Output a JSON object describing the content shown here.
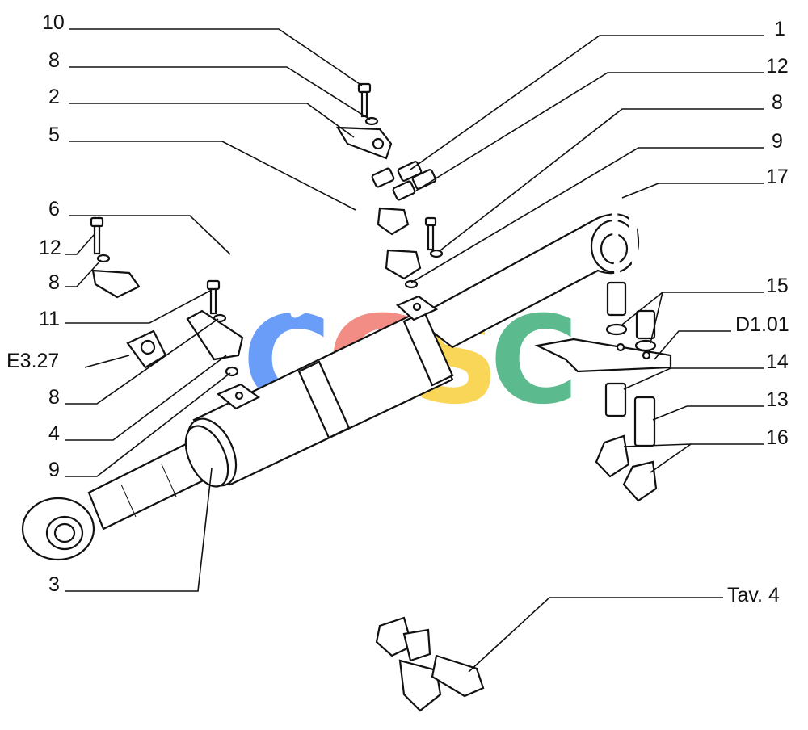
{
  "labels_left": [
    {
      "id": "l10",
      "text": "10"
    },
    {
      "id": "l8a",
      "text": "8"
    },
    {
      "id": "l2",
      "text": "2"
    },
    {
      "id": "l5",
      "text": "5"
    },
    {
      "id": "l6",
      "text": "6"
    },
    {
      "id": "l12a",
      "text": "12"
    },
    {
      "id": "l8b",
      "text": "8"
    },
    {
      "id": "l11",
      "text": "11"
    },
    {
      "id": "lE327",
      "text": "E3.27"
    },
    {
      "id": "l8c",
      "text": "8"
    },
    {
      "id": "l4",
      "text": "4"
    },
    {
      "id": "l9a",
      "text": "9"
    },
    {
      "id": "l3",
      "text": "3"
    }
  ],
  "labels_right": [
    {
      "id": "r1",
      "text": "1"
    },
    {
      "id": "r12",
      "text": "12"
    },
    {
      "id": "r8",
      "text": "8"
    },
    {
      "id": "r9",
      "text": "9"
    },
    {
      "id": "r17",
      "text": "17"
    },
    {
      "id": "r15",
      "text": "15"
    },
    {
      "id": "rD101",
      "text": "D1.01"
    },
    {
      "id": "r14",
      "text": "14"
    },
    {
      "id": "r13",
      "text": "13"
    },
    {
      "id": "r16",
      "text": "16"
    },
    {
      "id": "rTav4",
      "text": "Tav. 4"
    }
  ],
  "watermark": {
    "letters": [
      "C",
      "G",
      "S",
      "C"
    ],
    "colors": [
      "#4f8df6",
      "#f07a72",
      "#f8cf3c",
      "#3fae7b"
    ]
  }
}
